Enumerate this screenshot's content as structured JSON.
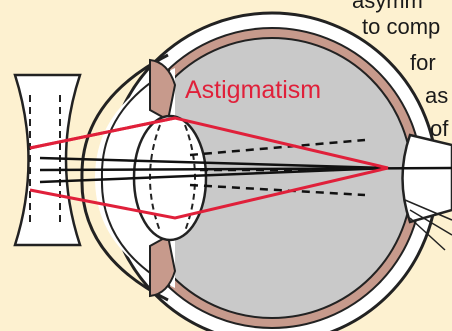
{
  "diagram": {
    "label": "Astigmatism",
    "label_color": "#e0203a"
  },
  "caption_fragments": [
    "asymm",
    "to comp",
    "for",
    "as",
    "of"
  ],
  "colors": {
    "background": "#fdf1d0",
    "sclera": "#ffffff",
    "outline": "#222222",
    "vitreous": "#c9c9c9",
    "tissue": "#c79a8c",
    "ray": "#e0203a"
  }
}
